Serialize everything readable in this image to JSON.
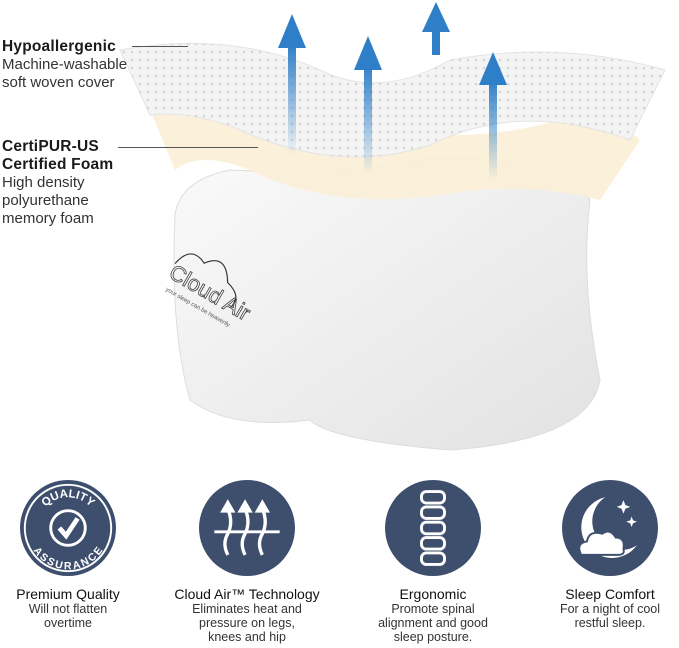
{
  "callouts": [
    {
      "title": "Hypoallergenic",
      "lines": [
        "Machine-washable",
        "soft woven cover"
      ]
    },
    {
      "title": "CertiPUR-US",
      "title2": "Certified Foam",
      "lines": [
        "High density",
        "polyurethane",
        "memory foam"
      ]
    }
  ],
  "logo": {
    "text": "Cloud Air",
    "tagline": "your sleep can be heavenly"
  },
  "features": [
    {
      "icon": "quality-assurance-badge-icon",
      "badge_top": "QUALITY",
      "badge_bottom": "ASSURANCE",
      "title": "Premium Quality",
      "desc": [
        "Will not flatten",
        "overtime"
      ]
    },
    {
      "icon": "airflow-arrows-icon",
      "title": "Cloud Air™  Technology",
      "desc": [
        "Eliminates heat and",
        "pressure on legs,",
        "knees and hip"
      ]
    },
    {
      "icon": "spine-icon",
      "title": "Ergonomic",
      "desc": [
        "Promote spinal",
        "alignment and good",
        "sleep posture."
      ]
    },
    {
      "icon": "moon-cloud-icon",
      "title": "Sleep Comfort",
      "desc": [
        "For a night of cool",
        "restful sleep."
      ]
    }
  ],
  "colors": {
    "icon_circle": "#3e4f6e",
    "arrow": "#2f7fc8",
    "foam": "#fbf0d6"
  }
}
